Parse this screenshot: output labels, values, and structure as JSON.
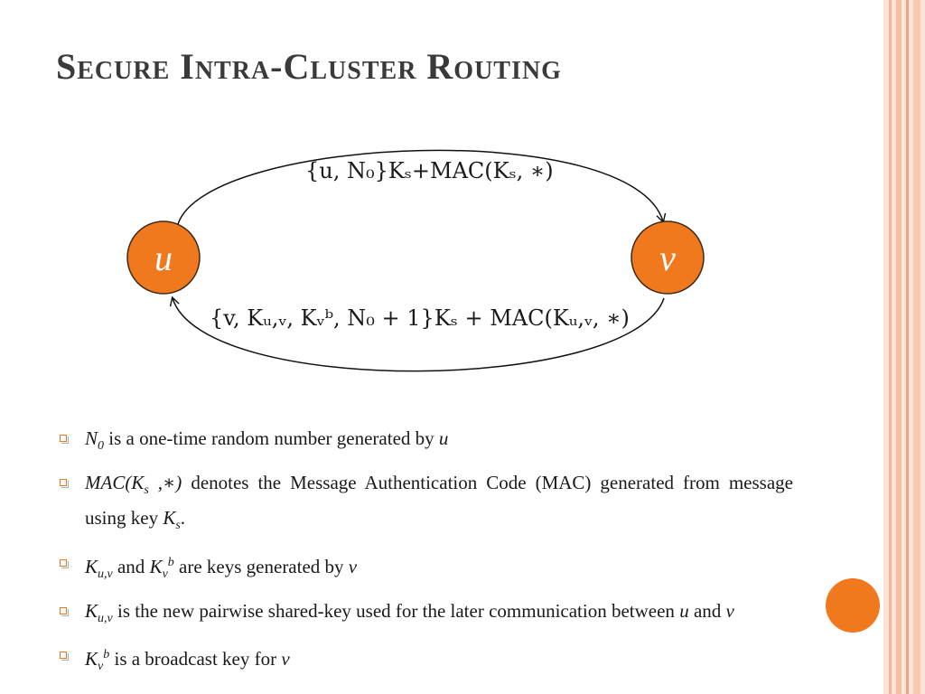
{
  "slide": {
    "title": "Secure Intra-Cluster Routing"
  },
  "colors": {
    "accent": "#f0791e",
    "stripe_light": "#f7c9b0",
    "stripe_dark": "#e8a588"
  },
  "diagram": {
    "nodes": {
      "u": "u",
      "v": "v"
    },
    "edges": {
      "top": "{u, N₀}Kₛ+MAC(Kₛ, ∗)",
      "bottom": "{v, Kᵤ,ᵥ, Kᵥᵇ, N₀ + 1}Kₛ + MAC(Kᵤ,ᵥ, ∗)"
    }
  },
  "bullets": {
    "b1": {
      "sym": "N",
      "sub": "0",
      "text": " is a one-time random number generated by ",
      "var": "u"
    },
    "b2": {
      "sym": "MAC(K",
      "sub": "s",
      "mid": " ,∗)",
      "text1": " denotes the Message Authentication Code (MAC) generated from message using key ",
      "sym2": "K",
      "sub2": "s",
      "end": "."
    },
    "b3": {
      "sym": "K",
      "sub": "u,v",
      "and": " and ",
      "sym2": "K",
      "sub2": "v",
      "sup2": "b",
      "text": "  are keys generated by ",
      "var": "v"
    },
    "b4": {
      "sym": "K",
      "sub": "u,v",
      "text": " is the new pairwise shared-key used for the later communication between ",
      "var1": "u",
      "and": " and ",
      "var2": "v"
    },
    "b5": {
      "sym": "K",
      "sub": "v",
      "sup": "b",
      "text": " is a broadcast key for ",
      "var": "v"
    }
  }
}
